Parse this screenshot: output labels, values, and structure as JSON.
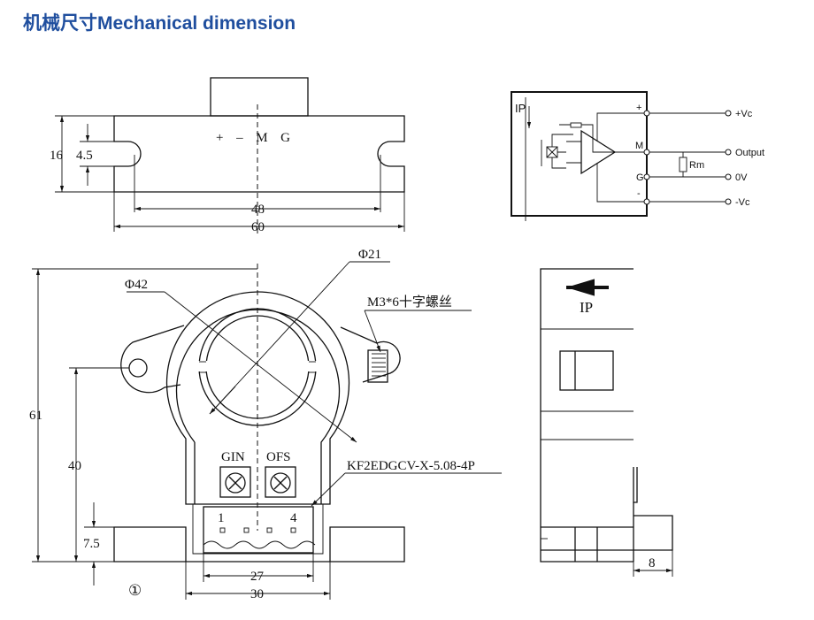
{
  "page": {
    "title": "机械尺寸Mechanical dimension"
  },
  "top_view": {
    "pin_marks": "+ – M G",
    "dims": {
      "height_total": "16",
      "slot": "4.5",
      "slot_pitch": "48",
      "width": "60"
    }
  },
  "front_view": {
    "dims": {
      "outer_diameter": "Φ42",
      "inner_diameter": "Φ21",
      "height": "61",
      "hole_height": "40",
      "base_height": "7.5",
      "connector_pitch": "27",
      "base_width": "30"
    },
    "screw_label": "M3*6十字螺丝",
    "connector_label": "KF2EDGCV-X-5.08-4P",
    "pot_labels": [
      "GIN",
      "OFS"
    ],
    "pin_numbers": [
      "1",
      "4"
    ],
    "view_marker": "①"
  },
  "schematic": {
    "ip_label": "IP",
    "rm_label": "Rm",
    "pin_marks": [
      "+",
      "M",
      "G",
      "-"
    ],
    "terminals": [
      "+Vc",
      "Output",
      "0V",
      "-Vc"
    ]
  },
  "side_view": {
    "arrow_label": "IP",
    "dim": "8"
  }
}
